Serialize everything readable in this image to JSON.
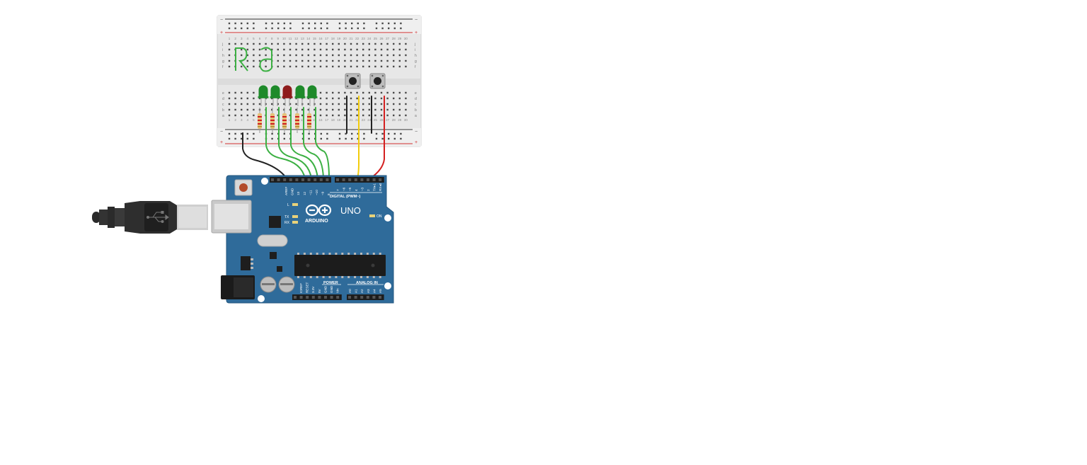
{
  "breadboard": {
    "rail_minus": "−",
    "rail_plus": "+",
    "rows_top": [
      "j",
      "i",
      "h",
      "g",
      "f"
    ],
    "rows_bottom": [
      "e",
      "d",
      "c",
      "b",
      "a"
    ],
    "columns": [
      "1",
      "2",
      "3",
      "4",
      "5",
      "6",
      "7",
      "8",
      "9",
      "10",
      "11",
      "12",
      "13",
      "14",
      "15",
      "16",
      "17",
      "18",
      "19",
      "20",
      "21",
      "22",
      "23",
      "24",
      "25",
      "26",
      "27",
      "28",
      "29",
      "30"
    ],
    "drawn_letters": "R ∂"
  },
  "leds": [
    {
      "color": "#1e8a2a"
    },
    {
      "color": "#1e8a2a"
    },
    {
      "color": "#8e1c1c"
    },
    {
      "color": "#1e8a2a"
    },
    {
      "color": "#1e8a2a"
    }
  ],
  "arduino": {
    "brand": "ARDUINO",
    "model": "UNO",
    "digital_label": "DIGITAL (PWM~)",
    "power_label": "POWER",
    "analog_label": "ANALOG IN",
    "led_labels": [
      "L",
      "TX",
      "RX"
    ],
    "on_label": "ON",
    "digital_pins_left": [
      "AREF",
      "GND",
      "13",
      "12",
      "~11",
      "~10",
      "~9",
      "8"
    ],
    "digital_pins_right": [
      "7",
      "~6",
      "~5",
      "4",
      "~3",
      "2",
      "TX▸1",
      "RX◂0"
    ],
    "power_pins": [
      "IOREF",
      "RESET",
      "3.3V",
      "5V",
      "GND",
      "GND",
      "Vin"
    ],
    "analog_pins": [
      "A0",
      "A1",
      "A2",
      "A3",
      "A4",
      "A5"
    ],
    "board_color": "#2f6b9a"
  },
  "wires": {
    "green": "#3cb043",
    "black": "#222222",
    "yellow": "#f2cc0c",
    "red": "#d42020"
  }
}
